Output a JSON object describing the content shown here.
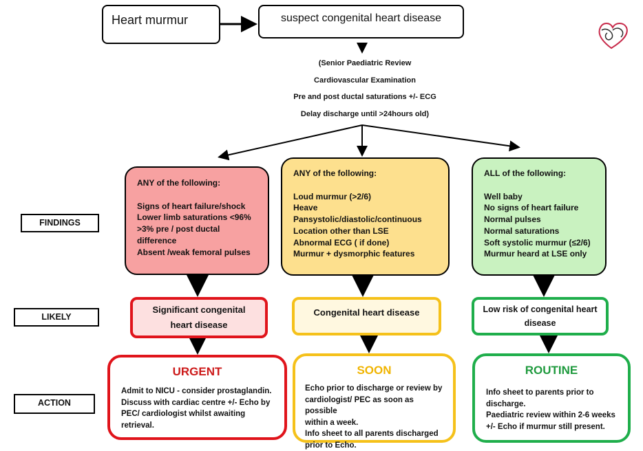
{
  "top": {
    "start": "Heart murmur",
    "suspect": "suspect congenital heart disease"
  },
  "review": [
    "(Senior Paediatric Review",
    "Cardiovascular Examination",
    "Pre and post ductal saturations +/- ECG",
    "Delay discharge until >24hours old)"
  ],
  "row_labels": {
    "findings": "FINDINGS",
    "likely": "LIKELY",
    "action": "ACTION"
  },
  "findings": {
    "urgent": {
      "heading": "ANY of the following:",
      "items": [
        "Signs of heart failure/shock",
        "Lower limb saturations <96%",
        ">3% pre / post ductal",
        "difference",
        "Absent /weak femoral pulses"
      ]
    },
    "soon": {
      "heading": "ANY of the following:",
      "items": [
        "Loud murmur (>2/6)",
        "Heave",
        "Pansystolic/diastolic/continuous",
        "Location other than LSE",
        "Abnormal ECG ( if done)",
        "Murmur + dysmorphic features"
      ]
    },
    "routine": {
      "heading": "ALL of the following:",
      "items": [
        "Well baby",
        "No signs of heart failure",
        "Normal pulses",
        "Normal saturations",
        "Soft systolic murmur (≤2/6)",
        "Murmur heard at LSE only"
      ]
    }
  },
  "likely": {
    "urgent": "Significant congenital heart disease",
    "soon": "Congenital heart disease",
    "routine": "Low risk of congenital heart disease"
  },
  "actions": {
    "urgent": {
      "title": "URGENT",
      "lines": [
        "Admit to NICU  - consider prostaglandin.",
        "Discuss with cardiac centre +/- Echo by",
        "PEC/ cardiologist whilst awaiting",
        "retrieval."
      ]
    },
    "soon": {
      "title": "SOON",
      "lines": [
        "Echo prior to discharge or review by",
        "cardiologist/ PEC as soon as possible",
        "within a week.",
        "Info sheet to all parents discharged",
        "prior to Echo."
      ]
    },
    "routine": {
      "title": "ROUTINE",
      "lines": [
        "Info sheet to parents prior to",
        "discharge.",
        "Paediatric review within 2-6 weeks",
        "+/-  Echo if murmur still present."
      ]
    }
  },
  "colors": {
    "urgent_fill": "#f7a1a1",
    "urgent_border": "#e0141b",
    "urgent_likely_fill": "#fde0e0",
    "soon_fill": "#fde08e",
    "soon_border": "#f5c11a",
    "soon_likely_fill": "#fff8e0",
    "routine_fill": "#c9f2c0",
    "routine_border": "#1fae4b",
    "routine_likely_fill": "#ffffff",
    "urgent_title": "#cc1a1a",
    "soon_title": "#f0b400",
    "routine_title": "#1f9a3e"
  },
  "logo": "heart-logo-icon"
}
